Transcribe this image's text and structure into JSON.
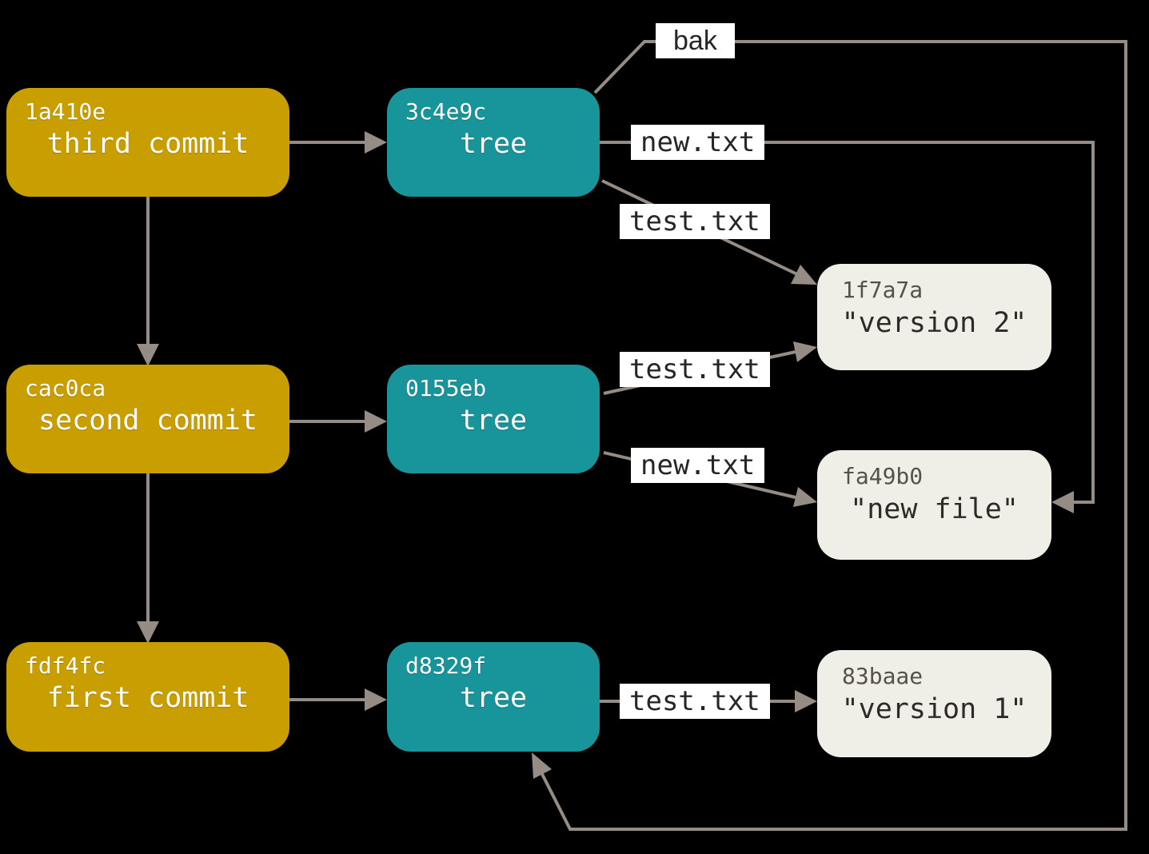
{
  "diagram_title": "git-data-model-commits-trees-blobs",
  "colors": {
    "background": "#000000",
    "commit_box": "#c99e00",
    "tree_box": "#18949b",
    "blob_box": "#f0efe7",
    "edge_line": "#958d85",
    "edge_label_bg": "#ffffff",
    "edge_label_text": "#262626",
    "node_text": "#ffffff",
    "blob_id_text": "#55524a",
    "blob_label_text": "#2e2b26"
  },
  "nodes": {
    "commit_third": {
      "id": "1a410e",
      "label": "third commit"
    },
    "commit_second": {
      "id": "cac0ca",
      "label": "second commit"
    },
    "commit_first": {
      "id": "fdf4fc",
      "label": "first commit"
    },
    "tree_third": {
      "id": "3c4e9c",
      "label": "tree"
    },
    "tree_second": {
      "id": "0155eb",
      "label": "tree"
    },
    "tree_first": {
      "id": "d8329f",
      "label": "tree"
    },
    "blob_version2": {
      "id": "1f7a7a",
      "label": "\"version 2\""
    },
    "blob_newfile": {
      "id": "fa49b0",
      "label": "\"new file\""
    },
    "blob_version1": {
      "id": "83baae",
      "label": "\"version 1\""
    }
  },
  "edges": {
    "bak": {
      "label": "bak"
    },
    "third_tree_new": {
      "label": "new.txt"
    },
    "third_tree_test": {
      "label": "test.txt"
    },
    "second_tree_test": {
      "label": "test.txt"
    },
    "second_tree_new": {
      "label": "new.txt"
    },
    "first_tree_test": {
      "label": "test.txt"
    }
  }
}
